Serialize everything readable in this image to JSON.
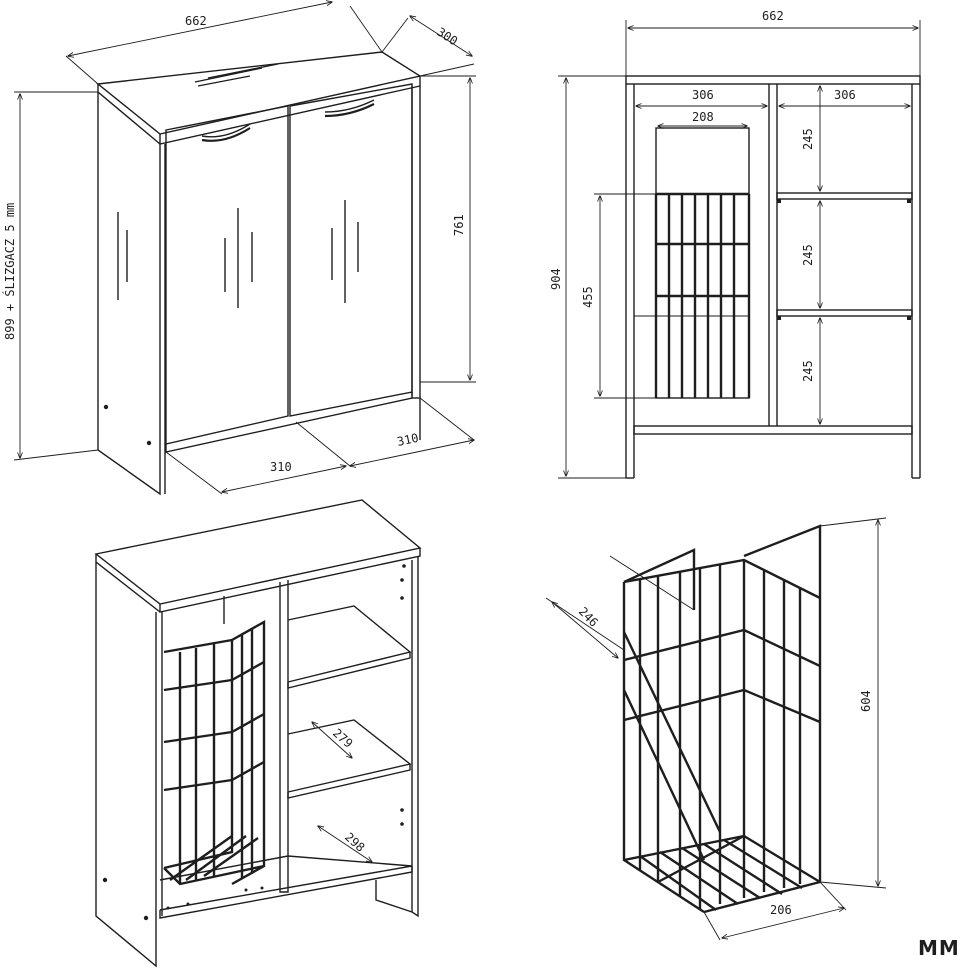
{
  "brand": "MM",
  "iso_view": {
    "width": "662",
    "depth": "300",
    "height_note": "899 + ŚLIZGACZ 5 mm",
    "inner_height": "761",
    "door_width": "310",
    "door_width_right": "310"
  },
  "front_view": {
    "width": "662",
    "height": "904",
    "left_compartment": "306",
    "right_compartment": "306",
    "basket_width": "208",
    "basket_height": "455",
    "shelf_1": "245",
    "shelf_2": "245",
    "shelf_3": "245"
  },
  "open_view": {
    "shelf_depth": "279",
    "bottom_depth": "298"
  },
  "basket_view": {
    "depth": "246",
    "height": "604",
    "width": "206"
  }
}
